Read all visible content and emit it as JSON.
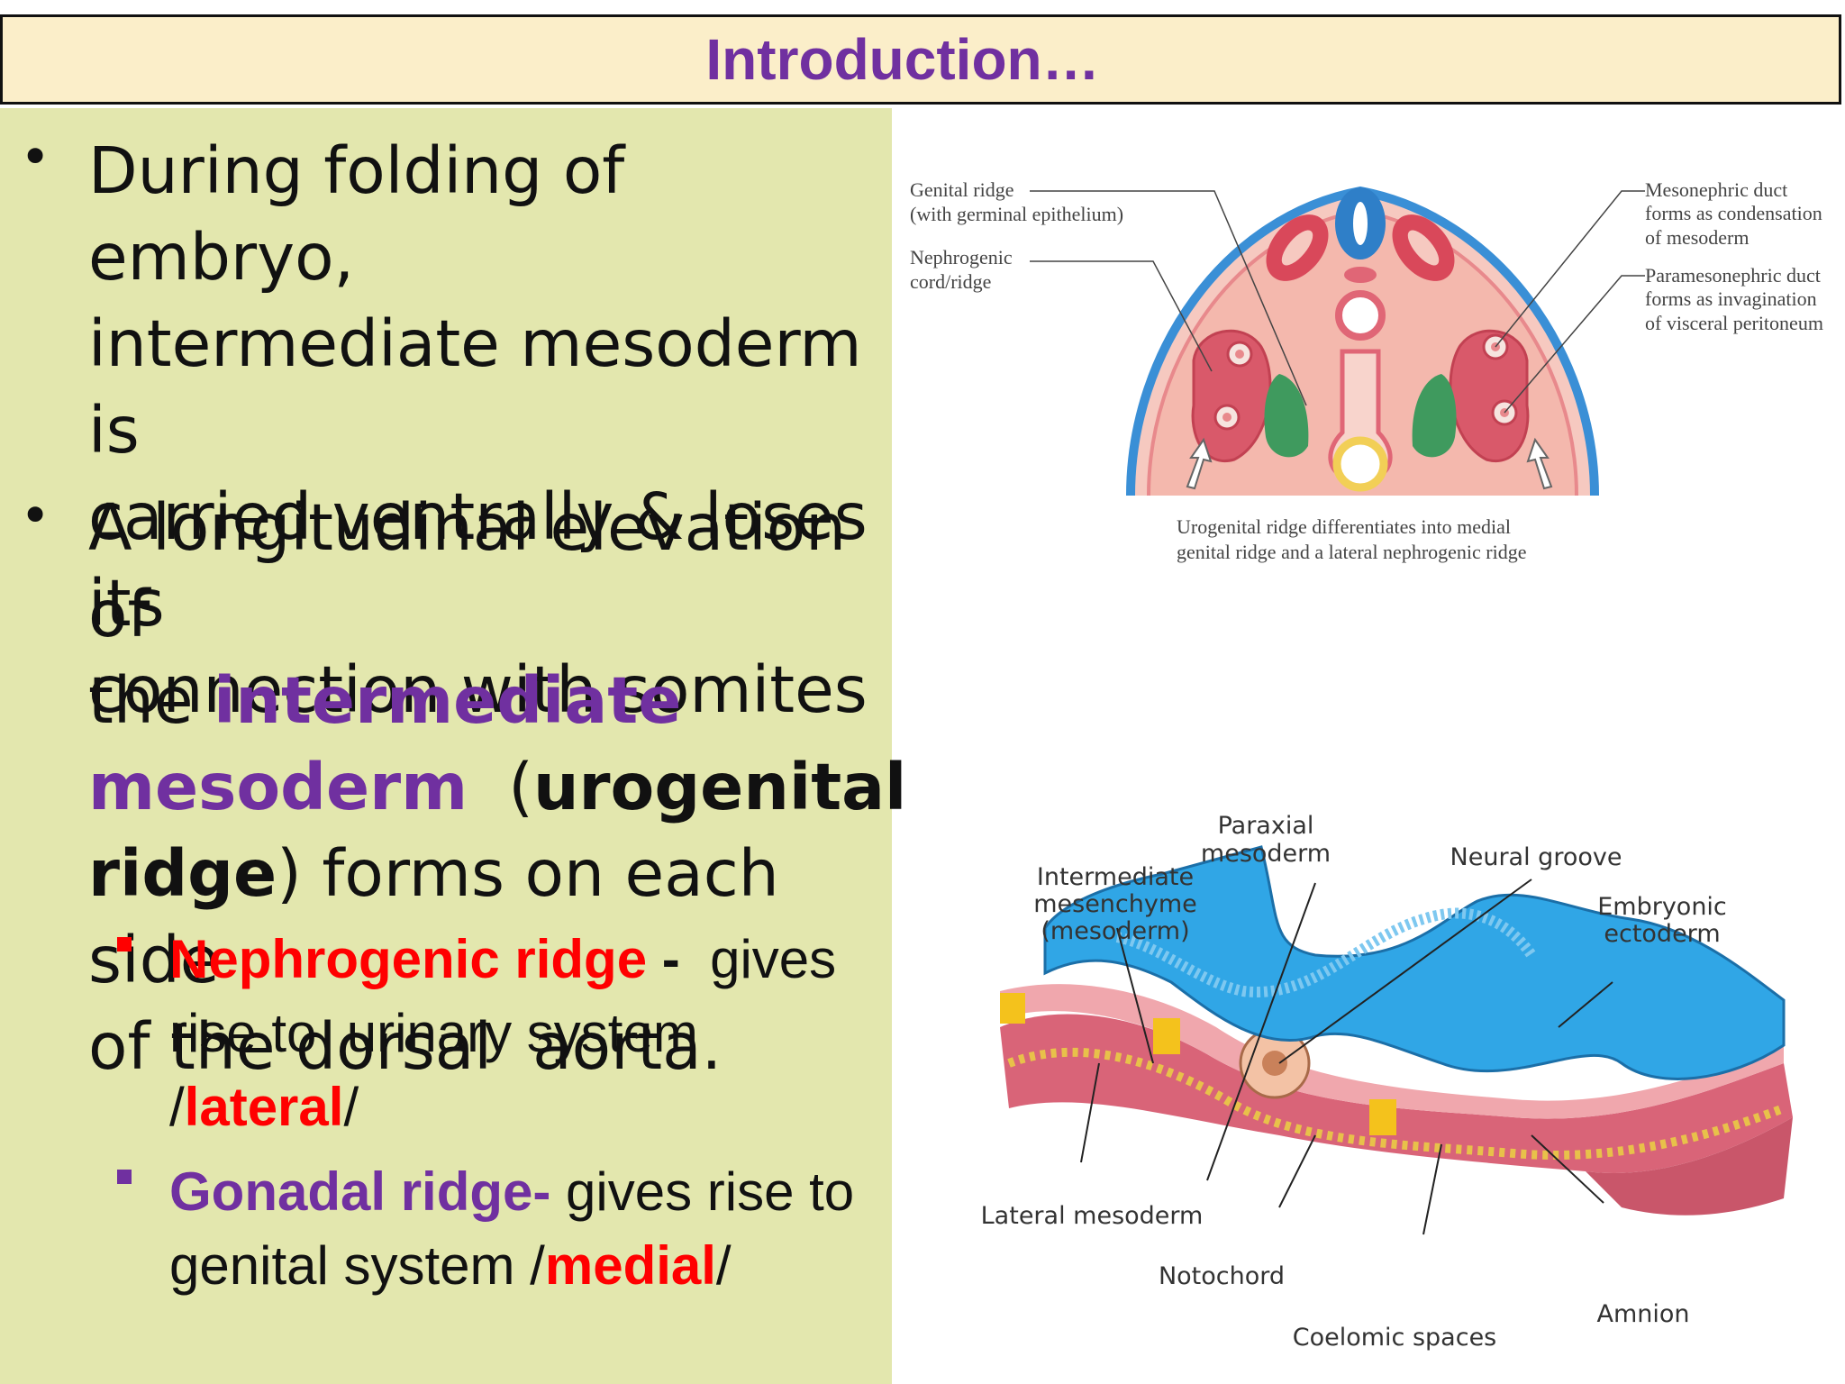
{
  "title": "Introduction…",
  "bullets": [
    {
      "lines": [
        "During folding of embryo,",
        "intermediate mesoderm is",
        "carried ventrally & loses its",
        "connection with somites"
      ]
    },
    {
      "line1": "A longitudinal elevation of",
      "line2_plain": "the ",
      "line2_accent": "intermediate",
      "line3_accent": "mesoderm",
      "line3_plain": "  (",
      "line3_bold": "urogenital",
      "line4_bold": "ridge",
      "line4_plain": ") forms on each side",
      "line5": "of the dorsal  aorta."
    }
  ],
  "sub_bullets": [
    {
      "term": "Nephrogenic ridge",
      "dash": " - ",
      "text1": " gives",
      "text2": "rise to  urinary system",
      "prefix": "/",
      "emph": "lateral",
      "suffix": "/"
    },
    {
      "term": "Gonadal ridge-",
      "text1": " gives rise to",
      "text2": "genital system /",
      "emph": "medial",
      "suffix": "/"
    }
  ],
  "diagram_top": {
    "labels": {
      "genital_ridge": [
        "Genital ridge",
        "(with germinal epithelium)"
      ],
      "nephrogenic": [
        "Nephrogenic",
        "cord/ridge"
      ],
      "mesonephric": [
        "Mesonephric duct",
        "forms as condensation",
        "of mesoderm"
      ],
      "paramesonephric": [
        "Paramesonephric duct",
        "forms as invagination",
        "of visceral peritoneum"
      ],
      "caption": [
        "Urogenital ridge differentiates into medial",
        "genital ridge and a lateral nephrogenic ridge"
      ]
    }
  },
  "diagram_bottom": {
    "labels": {
      "paraxial": [
        "Paraxial",
        "mesoderm"
      ],
      "neural_groove": "Neural groove",
      "intermediate": [
        "Intermediate",
        "mesenchyme",
        "(mesoderm)"
      ],
      "embryonic_ectoderm": [
        "Embryonic",
        "ectoderm"
      ],
      "lateral_mesoderm": "Lateral mesoderm",
      "notochord": "Notochord",
      "amnion": "Amnion",
      "coelomic": "Coelomic spaces"
    }
  },
  "colors": {
    "title": "#7030a0",
    "accent_purple": "#7030a0",
    "accent_red": "#ff0000",
    "panel": "#e3e7ae",
    "title_bar": "#fbeec9"
  }
}
